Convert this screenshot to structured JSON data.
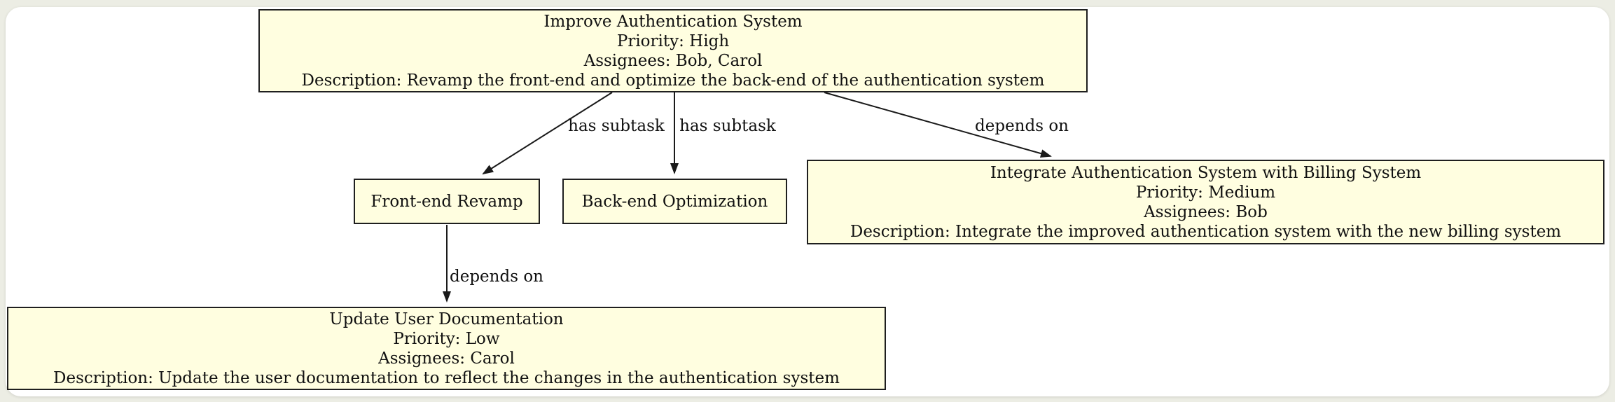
{
  "diagram": {
    "nodes": [
      {
        "id": "improve-auth",
        "title": "Improve Authentication System",
        "priority": "High",
        "assignees": "Bob, Carol",
        "lines": [
          "Improve Authentication System",
          "Priority: High",
          "Assignees: Bob, Carol",
          "Description: Revamp the front-end and optimize the back-end of the authentication system"
        ]
      },
      {
        "id": "frontend-revamp",
        "title": "Front-end Revamp",
        "lines": [
          "Front-end Revamp"
        ]
      },
      {
        "id": "backend-optimization",
        "title": "Back-end Optimization",
        "lines": [
          "Back-end Optimization"
        ]
      },
      {
        "id": "integrate-billing",
        "title": "Integrate Authentication System with Billing System",
        "priority": "Medium",
        "assignees": "Bob",
        "lines": [
          "Integrate Authentication System with Billing System",
          "Priority: Medium",
          "Assignees: Bob",
          "Description: Integrate the improved authentication system with the new billing system"
        ]
      },
      {
        "id": "update-docs",
        "title": "Update User Documentation",
        "priority": "Low",
        "assignees": "Carol",
        "lines": [
          "Update User Documentation",
          "Priority: Low",
          "Assignees: Carol",
          "Description: Update the user documentation to reflect the changes in the authentication system"
        ]
      }
    ],
    "edges": [
      {
        "from": "improve-auth",
        "to": "frontend-revamp",
        "label": "has subtask"
      },
      {
        "from": "improve-auth",
        "to": "backend-optimization",
        "label": "has subtask"
      },
      {
        "from": "improve-auth",
        "to": "integrate-billing",
        "label": "depends on"
      },
      {
        "from": "frontend-revamp",
        "to": "update-docs",
        "label": "depends on"
      }
    ],
    "colors": {
      "node_fill": "#fffee0",
      "node_border": "#1f1f1f",
      "edge": "#1a1a1a",
      "canvas": "#ffffff",
      "background": "#ecede4"
    }
  }
}
